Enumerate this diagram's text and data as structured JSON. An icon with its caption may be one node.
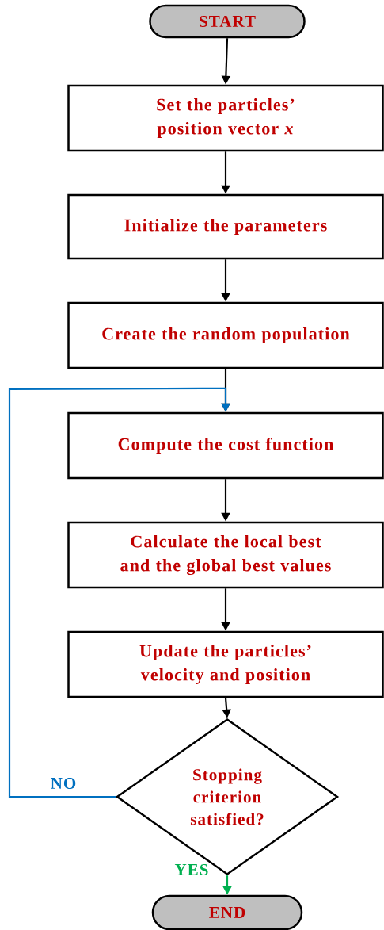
{
  "diagram": {
    "nodes": [
      {
        "text": [
          "START"
        ]
      },
      {
        "text": [
          "Set the particles’ position vector *x*"
        ]
      },
      {
        "text": [
          "Initialize the parameters"
        ]
      },
      {
        "text": [
          "Create the random population"
        ]
      },
      {
        "text": [
          "Compute the cost function"
        ]
      },
      {
        "text": [
          "Calculate the local best and the global best values"
        ]
      },
      {
        "text": [
          "Update the particles’ velocity and position"
        ]
      },
      {
        "text": [
          "Stopping criterion satisfied?"
        ]
      },
      {
        "text": [
          "END"
        ]
      }
    ],
    "edges": [
      {
        "from": 0,
        "to": 1,
        "arrow": "to"
      },
      {
        "from": 1,
        "to": 2,
        "arrow": "to"
      },
      {
        "from": 2,
        "to": 3,
        "arrow": "to"
      },
      {
        "from": 3,
        "to": 4,
        "arrow": "to"
      },
      {
        "from": 4,
        "to": 5,
        "arrow": "to"
      },
      {
        "from": 5,
        "to": 6,
        "arrow": "to"
      },
      {
        "from": 6,
        "to": 7,
        "arrow": "to"
      },
      {
        "from": 7,
        "to": 8,
        "arrow": "to",
        "label": "YES",
        "color": "#00b050"
      },
      {
        "from": 7,
        "to": 4,
        "arrow": "to",
        "label": "NO",
        "color": "#0070c0"
      }
    ]
  }
}
